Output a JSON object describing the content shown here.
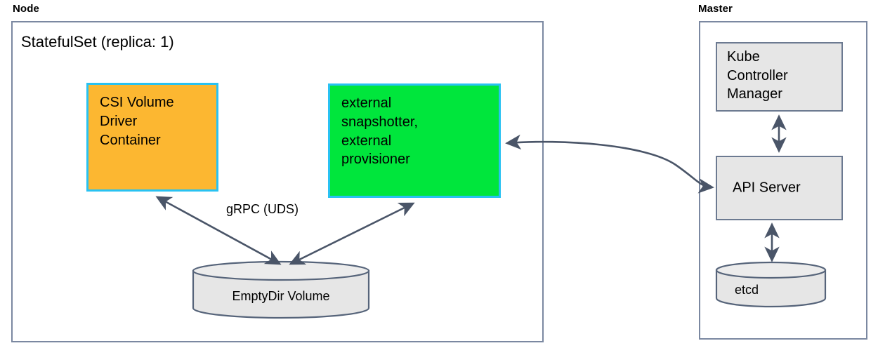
{
  "diagram": {
    "title_hidden": "Kubernetes CSI StatefulSet topology",
    "groups": [
      {
        "id": "node",
        "label": "Node"
      },
      {
        "id": "master",
        "label": "Master"
      }
    ],
    "node": {
      "label": "Node",
      "statefulset_title": "StatefulSet (replica: 1)",
      "csi_driver": {
        "label": "CSI Volume\nDriver\nContainer",
        "fill": "#fcb731",
        "border": "#29c2f2"
      },
      "sidecars": {
        "label": "external\nsnapshotter,\nexternal\nprovisioner",
        "fill": "#00e63c",
        "border": "#29c2f2"
      },
      "volume": {
        "label": "EmptyDir Volume",
        "fill": "#e6e6e6",
        "border": "#56647a"
      },
      "grpc_label": "gRPC (UDS)"
    },
    "master": {
      "label": "Master",
      "controller_manager": {
        "label": "Kube\nController\nManager",
        "fill": "#e6e6e6",
        "border": "#6c7a91"
      },
      "api_server": {
        "label": "API Server",
        "fill": "#e6e6e6",
        "border": "#6c7a91"
      },
      "etcd": {
        "label": "etcd",
        "fill": "#e6e6e6",
        "border": "#56647a"
      }
    },
    "colors": {
      "container_border": "#7b88a1",
      "arrow": "#4a5568",
      "text": "#000000",
      "background": "#ffffff"
    },
    "connections": [
      {
        "id": "driver-volume",
        "from": "csi_driver",
        "to": "volume",
        "label": "gRPC (UDS)",
        "arrows": "both"
      },
      {
        "id": "sidecars-volume",
        "from": "sidecars",
        "to": "volume",
        "label": "",
        "arrows": "both"
      },
      {
        "id": "apiserver-sidecars",
        "from": "api_server",
        "to": "sidecars",
        "label": "",
        "arrows": "both"
      },
      {
        "id": "kcm-apiserver",
        "from": "controller_manager",
        "to": "api_server",
        "label": "",
        "arrows": "both"
      },
      {
        "id": "apiserver-etcd",
        "from": "api_server",
        "to": "etcd",
        "label": "",
        "arrows": "both"
      }
    ]
  }
}
